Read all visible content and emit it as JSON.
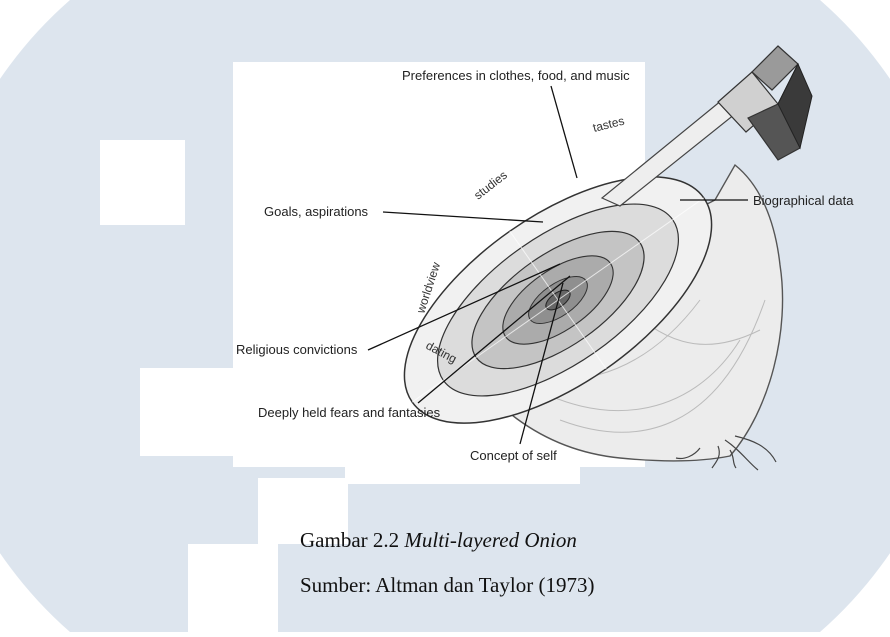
{
  "diagram": {
    "labels": {
      "preferences": "Preferences in clothes, food, and music",
      "goals": "Goals, aspirations",
      "biographical": "Biographical data",
      "religious": "Religious convictions",
      "fears": "Deeply held fears and fantasies",
      "self": "Concept of self"
    },
    "ring_labels": {
      "tastes": "tastes",
      "studies": "studies",
      "worldview": "worldview",
      "dating": "dating"
    }
  },
  "caption": {
    "prefix": "Gambar 2.2 ",
    "title": "Multi-layered Onion",
    "source": "Sumber: Altman dan Taylor (1973)"
  },
  "colors": {
    "watermark": "#dde5ee",
    "onion_body": "#ececec",
    "ring_outer": "#f1f1f1",
    "ring_1": "#dcdcdc",
    "ring_2": "#c4c4c4",
    "ring_3": "#ababab",
    "ring_4": "#8f8f8f",
    "core": "#666666"
  }
}
